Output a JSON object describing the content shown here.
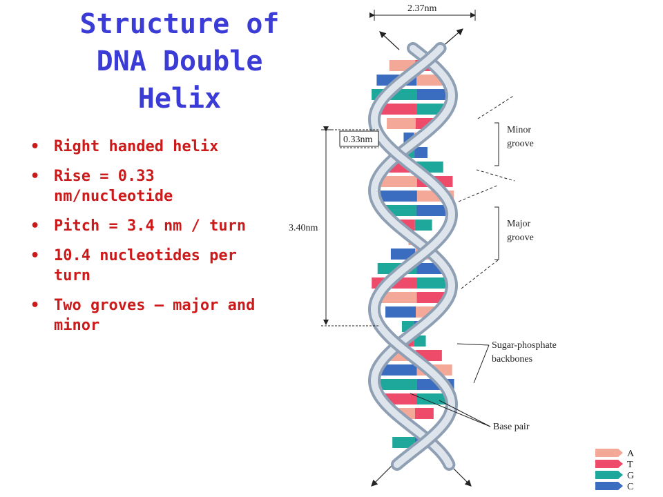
{
  "title": "Structure of DNA Double Helix",
  "bullets": [
    "Right handed helix",
    "Rise = 0.33 nm/nucleotide",
    "Pitch = 3.4 nm / turn",
    "10.4 nucleotides per turn",
    "Two groves – major and minor"
  ],
  "diagram": {
    "width_label": "2.37nm",
    "rise_label": "0.33nm",
    "pitch_label": "3.40nm",
    "minor_groove_label": [
      "Minor",
      "groove"
    ],
    "major_groove_label": [
      "Major",
      "groove"
    ],
    "backbone_label": [
      "Sugar-phosphate",
      "backbones"
    ],
    "base_pair_label": "Base pair"
  },
  "legend": [
    {
      "base": "A",
      "color": "#f4a898"
    },
    {
      "base": "T",
      "color": "#ee4a6a"
    },
    {
      "base": "G",
      "color": "#1ea89c"
    },
    {
      "base": "C",
      "color": "#3a6cc0"
    }
  ]
}
